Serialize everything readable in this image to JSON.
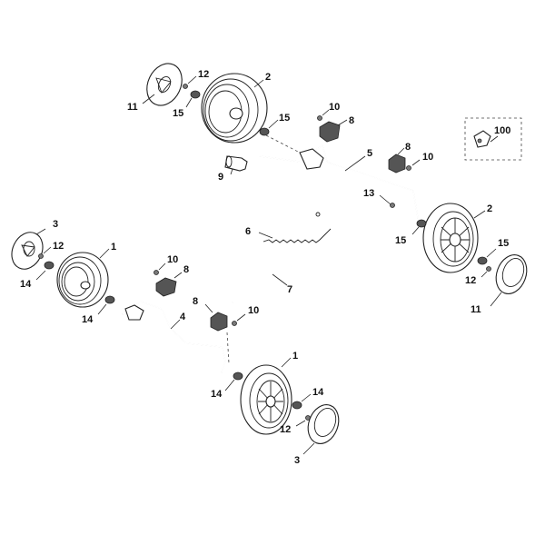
{
  "labels": {
    "l100": "100",
    "l11a": "11",
    "l12a": "12",
    "l15a": "15",
    "l2a": "2",
    "l10a": "10",
    "l8a": "8",
    "l15b": "15",
    "l9": "9",
    "l5": "5",
    "l8b": "8",
    "l10b": "10",
    "l13": "13",
    "l2b": "2",
    "l15c": "15",
    "l15d": "15",
    "l12b": "12",
    "l11b": "11",
    "l3a": "3",
    "l12c": "12",
    "l14a": "14",
    "l1a": "1",
    "l6": "6",
    "l7": "7",
    "l10c": "10",
    "l8c": "8",
    "l14b": "14",
    "l8d": "8",
    "l10d": "10",
    "l4": "4",
    "l1b": "1",
    "l14c": "14",
    "l14d": "14",
    "l12d": "12",
    "l3b": "3"
  }
}
